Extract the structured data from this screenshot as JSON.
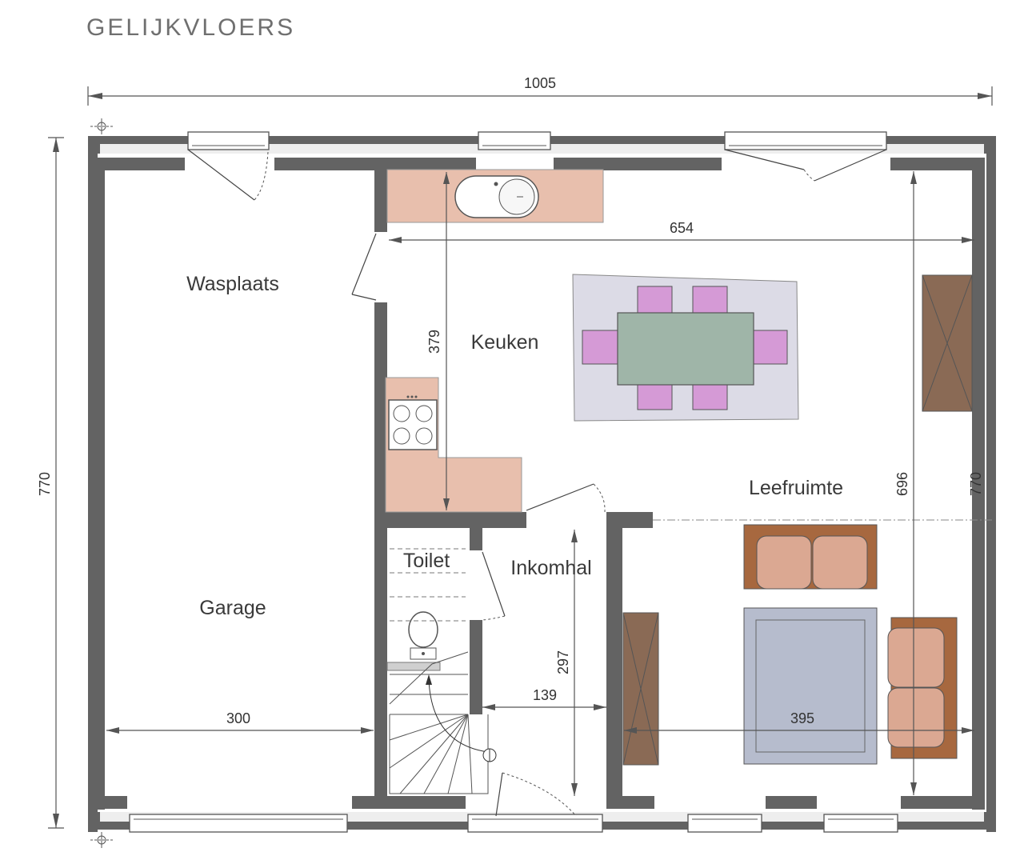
{
  "title": "GELIJKVLOERS",
  "rooms": {
    "wasplaats": "Wasplaats",
    "keuken": "Keuken",
    "leefruimte": "Leefruimte",
    "toilet": "Toilet",
    "inkomhal": "Inkomhal",
    "garage": "Garage"
  },
  "dimensions": {
    "overall_width": "1005",
    "overall_height": "770",
    "right_height": "770",
    "living_width": "654",
    "kitchen_depth": "379",
    "living_height": "696",
    "hall_depth": "297",
    "hall_width": "139",
    "garage_width": "300",
    "living_lower_width": "395"
  },
  "colors": {
    "wall": "#636363",
    "counter": "#e8bfad",
    "rug": "#dcdbe6",
    "table": "#9fb5a8",
    "chair": "#d59ad6",
    "sofa": "#dba892",
    "sofa_frame": "#a7683f",
    "cabinet": "#8a6a55",
    "coffee_rug": "#b6bccd"
  }
}
